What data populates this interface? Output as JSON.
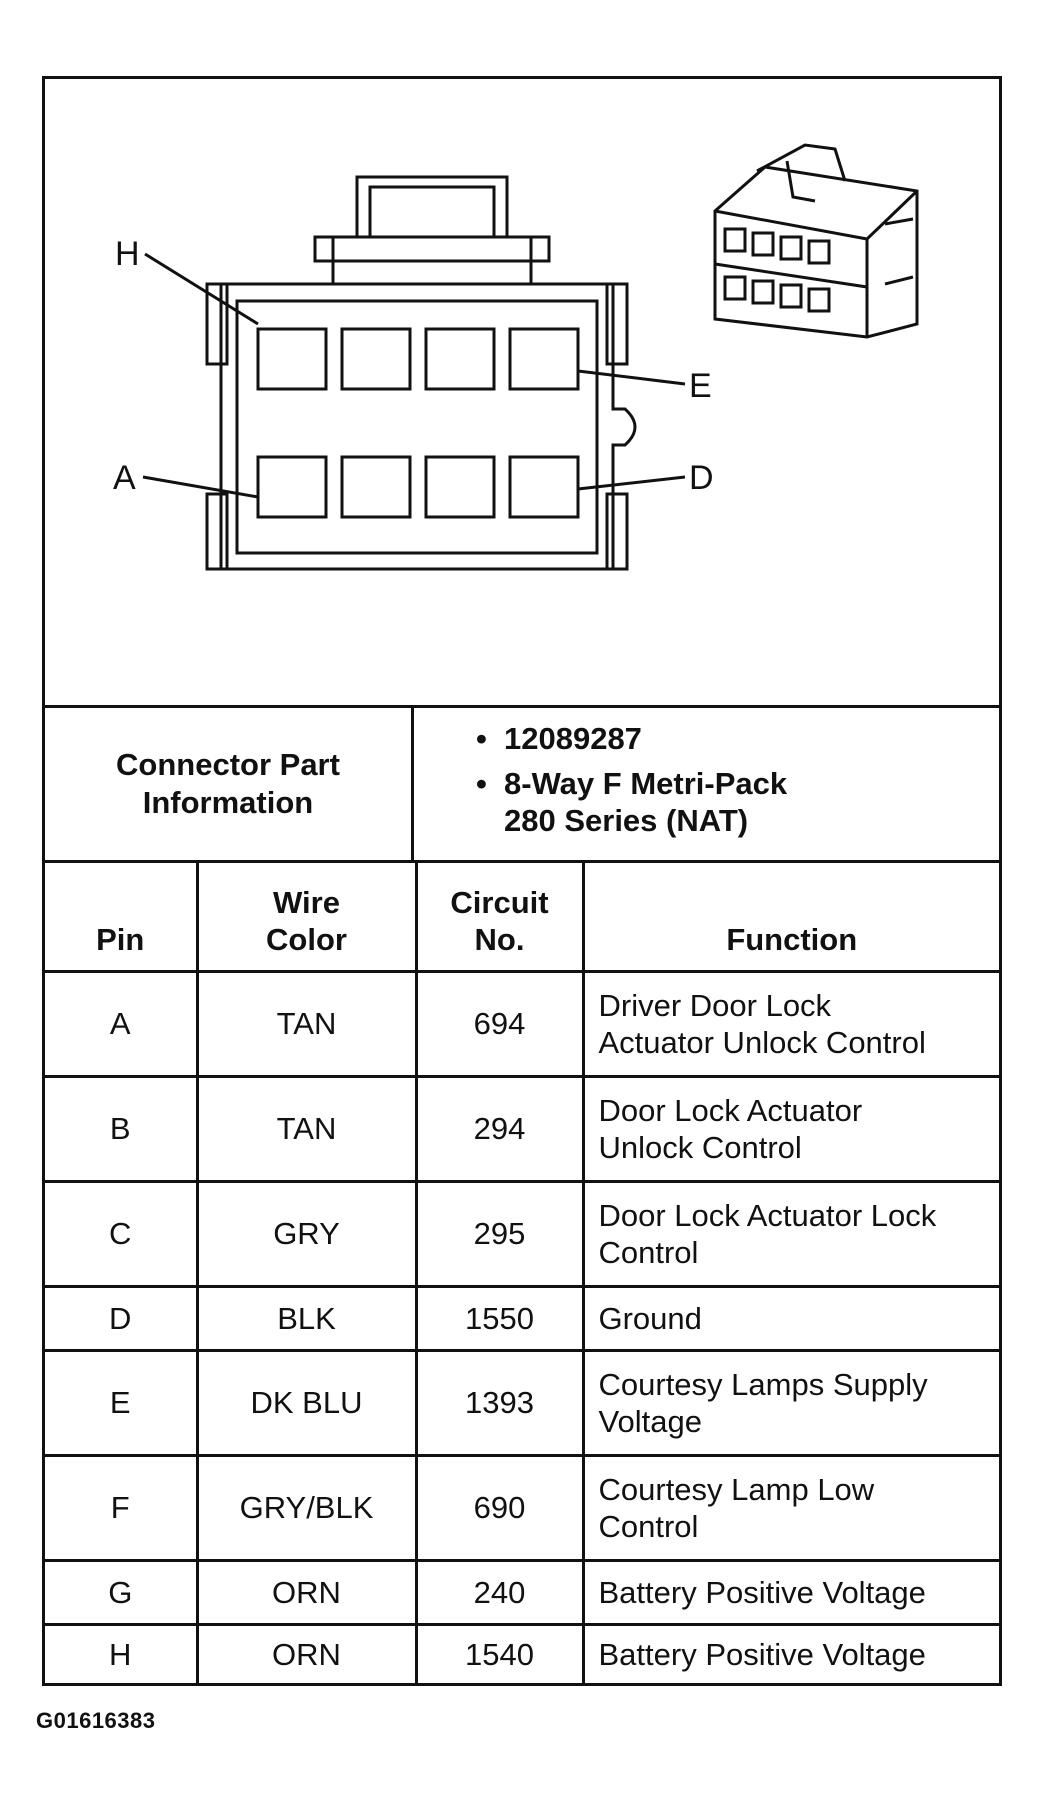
{
  "diagram": {
    "pin_labels": {
      "h": "H",
      "e": "E",
      "a": "A",
      "d": "D"
    }
  },
  "part_info": {
    "label_line1": "Connector Part",
    "label_line2": "Information",
    "items": [
      "12089287",
      "8-Way F Metri-Pack",
      "280 Series (NAT)"
    ]
  },
  "table": {
    "headers": {
      "pin": "Pin",
      "wire_color_line1": "Wire",
      "wire_color_line2": "Color",
      "circuit_line1": "Circuit",
      "circuit_line2": "No.",
      "function": "Function"
    },
    "rows": [
      {
        "pin": "A",
        "wire_color": "TAN",
        "circuit": "694",
        "function_line1": "Driver Door Lock",
        "function_line2": "Actuator Unlock Control"
      },
      {
        "pin": "B",
        "wire_color": "TAN",
        "circuit": "294",
        "function_line1": "Door Lock Actuator",
        "function_line2": "Unlock Control"
      },
      {
        "pin": "C",
        "wire_color": "GRY",
        "circuit": "295",
        "function_line1": "Door Lock Actuator Lock",
        "function_line2": "Control"
      },
      {
        "pin": "D",
        "wire_color": "BLK",
        "circuit": "1550",
        "function_line1": "Ground",
        "function_line2": ""
      },
      {
        "pin": "E",
        "wire_color": "DK BLU",
        "circuit": "1393",
        "function_line1": "Courtesy Lamps Supply",
        "function_line2": "Voltage"
      },
      {
        "pin": "F",
        "wire_color": "GRY/BLK",
        "circuit": "690",
        "function_line1": "Courtesy Lamp Low",
        "function_line2": "Control"
      },
      {
        "pin": "G",
        "wire_color": "ORN",
        "circuit": "240",
        "function_line1": "Battery Positive Voltage",
        "function_line2": ""
      },
      {
        "pin": "H",
        "wire_color": "ORN",
        "circuit": "1540",
        "function_line1": "Battery Positive Voltage",
        "function_line2": ""
      }
    ]
  },
  "footer": {
    "code": "G01616383"
  }
}
